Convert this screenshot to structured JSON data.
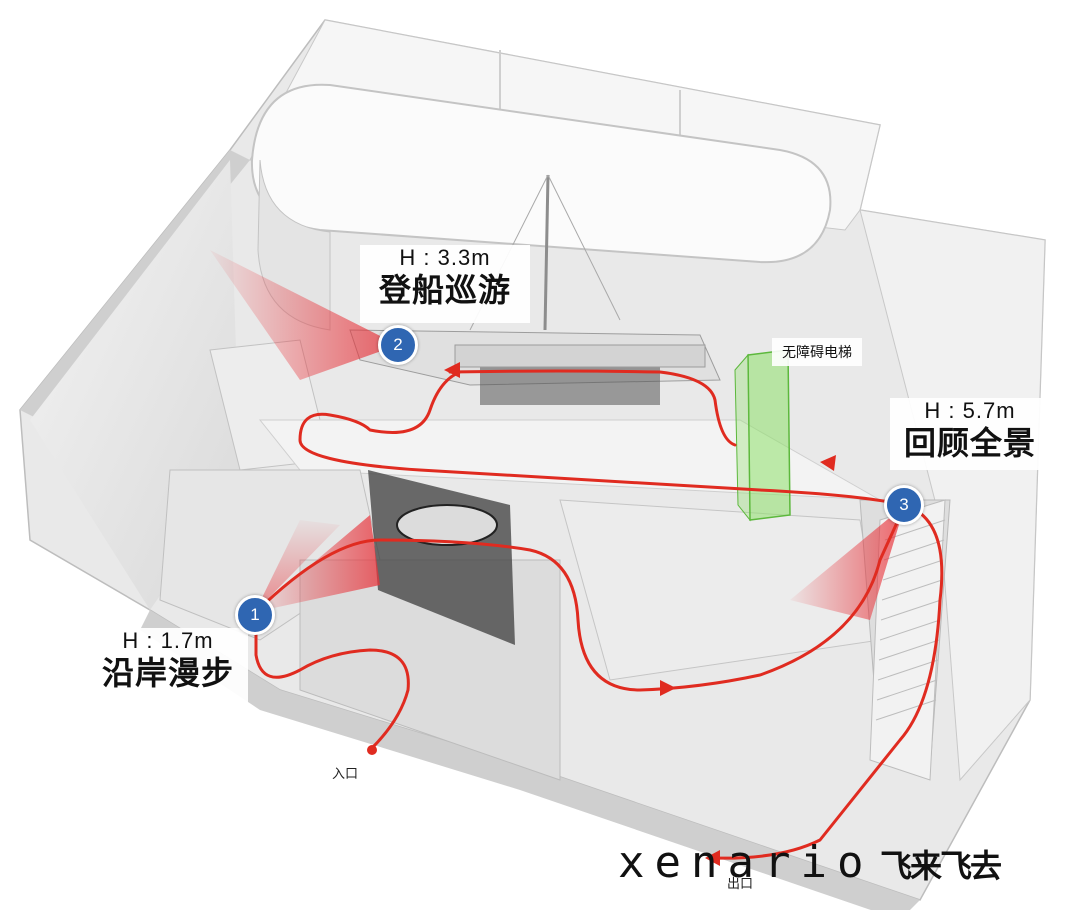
{
  "stops": [
    {
      "number": "1",
      "height": "H : 1.7m",
      "title": "沿岸漫步"
    },
    {
      "number": "2",
      "height": "H : 3.3m",
      "title": "登船巡游"
    },
    {
      "number": "3",
      "height": "H : 5.7m",
      "title": "回顾全景"
    }
  ],
  "elevator": {
    "label": "无障碍电梯",
    "color": "#8ee06a"
  },
  "entrance_label": "入口",
  "exit_label": "出口",
  "brand": {
    "wordmark": "xenario",
    "chinese": "飞来飞去"
  },
  "colors": {
    "route": "#e02b20",
    "badge": "#2f66b2",
    "view_cone": "#e8333a"
  }
}
